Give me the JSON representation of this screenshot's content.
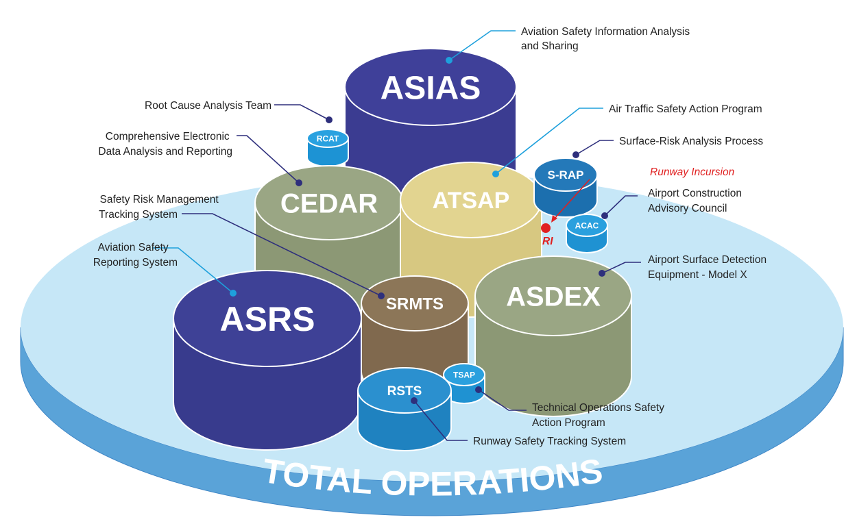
{
  "base": {
    "label": "TOTAL OPERATIONS",
    "top_color": "#c6e7f7",
    "side_color": "#5aa3d8",
    "rim_color": "#3f86c6"
  },
  "cylinders": {
    "asias": {
      "label": "ASIAS",
      "color": "#3b3c91",
      "top": "#3f4099"
    },
    "cedar": {
      "label": "CEDAR",
      "color": "#8c9875",
      "top": "#9aa684"
    },
    "atsap": {
      "label": "ATSAP",
      "color": "#d7c881",
      "top": "#e2d490"
    },
    "asrs": {
      "label": "ASRS",
      "color": "#383b8d",
      "top": "#3e4196"
    },
    "srmts": {
      "label": "SRMTS",
      "color": "#80694e",
      "top": "#8c7658"
    },
    "asdex": {
      "label": "ASDEX",
      "color": "#8c9875",
      "top": "#9aa684"
    },
    "rsts": {
      "label": "RSTS",
      "color": "#1f82c0",
      "top": "#2b90cf"
    },
    "tsap": {
      "label": "TSAP",
      "color": "#1f92d2",
      "top": "#2aa0de"
    },
    "rcat": {
      "label": "RCAT",
      "color": "#1d93d4",
      "top": "#29a1e0"
    },
    "srap": {
      "label": "S-RAP",
      "color": "#1c6fae",
      "top": "#2479b9"
    },
    "acac": {
      "label": "ACAC",
      "color": "#1f92d2",
      "top": "#2aa0de"
    }
  },
  "callouts": {
    "asias": {
      "lines": [
        "Aviation Safety Information Analysis",
        "and Sharing"
      ]
    },
    "rcat": {
      "lines": [
        "Root Cause Analysis Team"
      ]
    },
    "atsap": {
      "lines": [
        "Air Traffic Safety Action Program"
      ]
    },
    "cedar": {
      "lines": [
        "Comprehensive Electronic",
        "Data Analysis and Reporting"
      ]
    },
    "srap": {
      "lines": [
        "Surface-Risk Analysis Process"
      ]
    },
    "ri": {
      "lines": [
        "Runway Incursion"
      ],
      "marker": "RI",
      "color": "#e02020"
    },
    "srmts": {
      "lines": [
        "Safety Risk Management",
        "Tracking System"
      ]
    },
    "acac": {
      "lines": [
        "Airport Construction",
        "Advisory Council"
      ]
    },
    "asrs": {
      "lines": [
        "Aviation Safety",
        "Reporting System"
      ]
    },
    "asdex": {
      "lines": [
        "Airport Surface Detection",
        "Equipment - Model X"
      ]
    },
    "tsap": {
      "lines": [
        "Technical Operations Safety",
        "Action Program"
      ]
    },
    "rsts": {
      "lines": [
        "Runway Safety Tracking System"
      ]
    }
  },
  "leader_colors": {
    "dark": "#2e2f7c",
    "light": "#1ea0dc"
  }
}
